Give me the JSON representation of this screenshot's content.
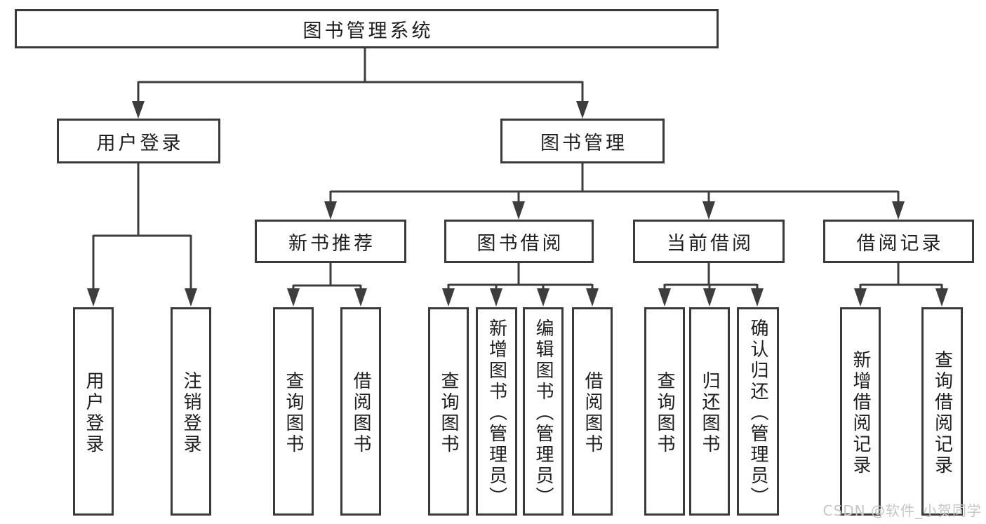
{
  "diagram": {
    "root": "图书管理系统",
    "branches": [
      {
        "label": "用户登录",
        "children": [
          "用户登录",
          "注销登录"
        ]
      },
      {
        "label": "图书管理",
        "children": [
          {
            "label": "新书推荐",
            "children": [
              "查询图书",
              "借阅图书"
            ]
          },
          {
            "label": "图书借阅",
            "children": [
              "查询图书",
              "新增图书（管理员）",
              "编辑图书（管理员）",
              "借阅图书"
            ]
          },
          {
            "label": "当前借阅",
            "children": [
              "查询图书",
              "归还图书",
              "确认归还（管理员）"
            ]
          },
          {
            "label": "借阅记录",
            "children": [
              "新增借阅记录",
              "查询借阅记录"
            ]
          }
        ]
      }
    ]
  },
  "watermark": "CSDN @软件_小贺同学",
  "colors": {
    "background": "#ffffff",
    "box_border": "#3a3a3a",
    "connector_line": "#3d3d3d",
    "text": "#1e1e1e",
    "watermark_text": "#c5c5c5"
  }
}
